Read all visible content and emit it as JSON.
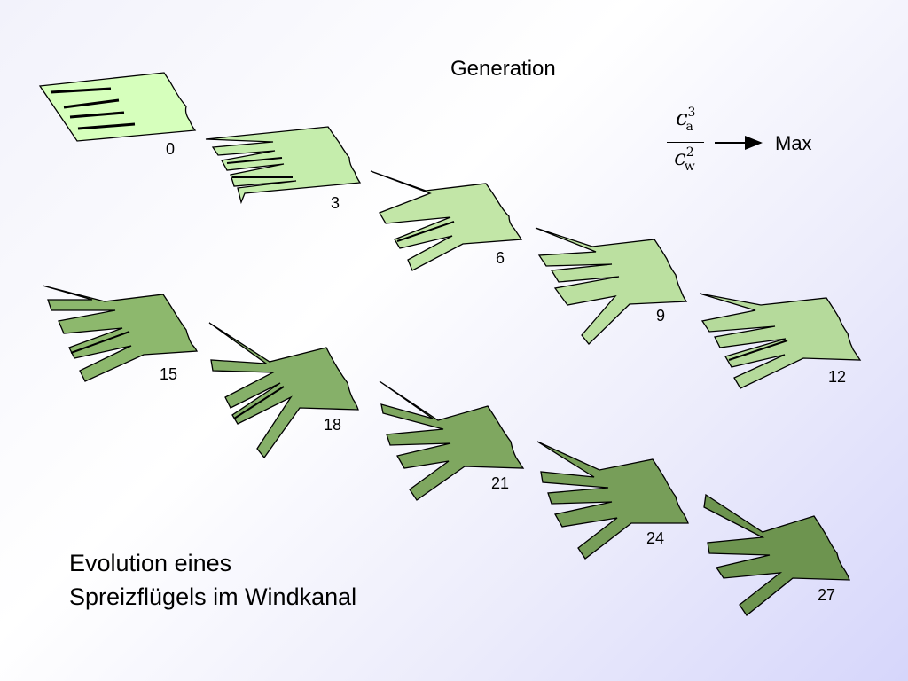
{
  "title": "Generation",
  "caption_lines": [
    "Evolution eines",
    "Spreizflügels im Windkanal"
  ],
  "formula": {
    "numerator_base": "c",
    "numerator_sub": "a",
    "numerator_sup": "3",
    "denominator_base": "c",
    "denominator_sub": "w",
    "denominator_sup": "2",
    "target": "Max"
  },
  "wing_stage_fill_colors": [
    "#d6ffbc",
    "#c5edac",
    "#c2e6a7",
    "#bbe0a0",
    "#b5da9b",
    "#8db86d",
    "#86b069",
    "#7fa760",
    "#779e59",
    "#6d944f"
  ],
  "generations": [
    {
      "label": "0"
    },
    {
      "label": "3"
    },
    {
      "label": "6"
    },
    {
      "label": "9"
    },
    {
      "label": "12"
    },
    {
      "label": "15"
    },
    {
      "label": "18"
    },
    {
      "label": "21"
    },
    {
      "label": "24"
    },
    {
      "label": "27"
    }
  ]
}
